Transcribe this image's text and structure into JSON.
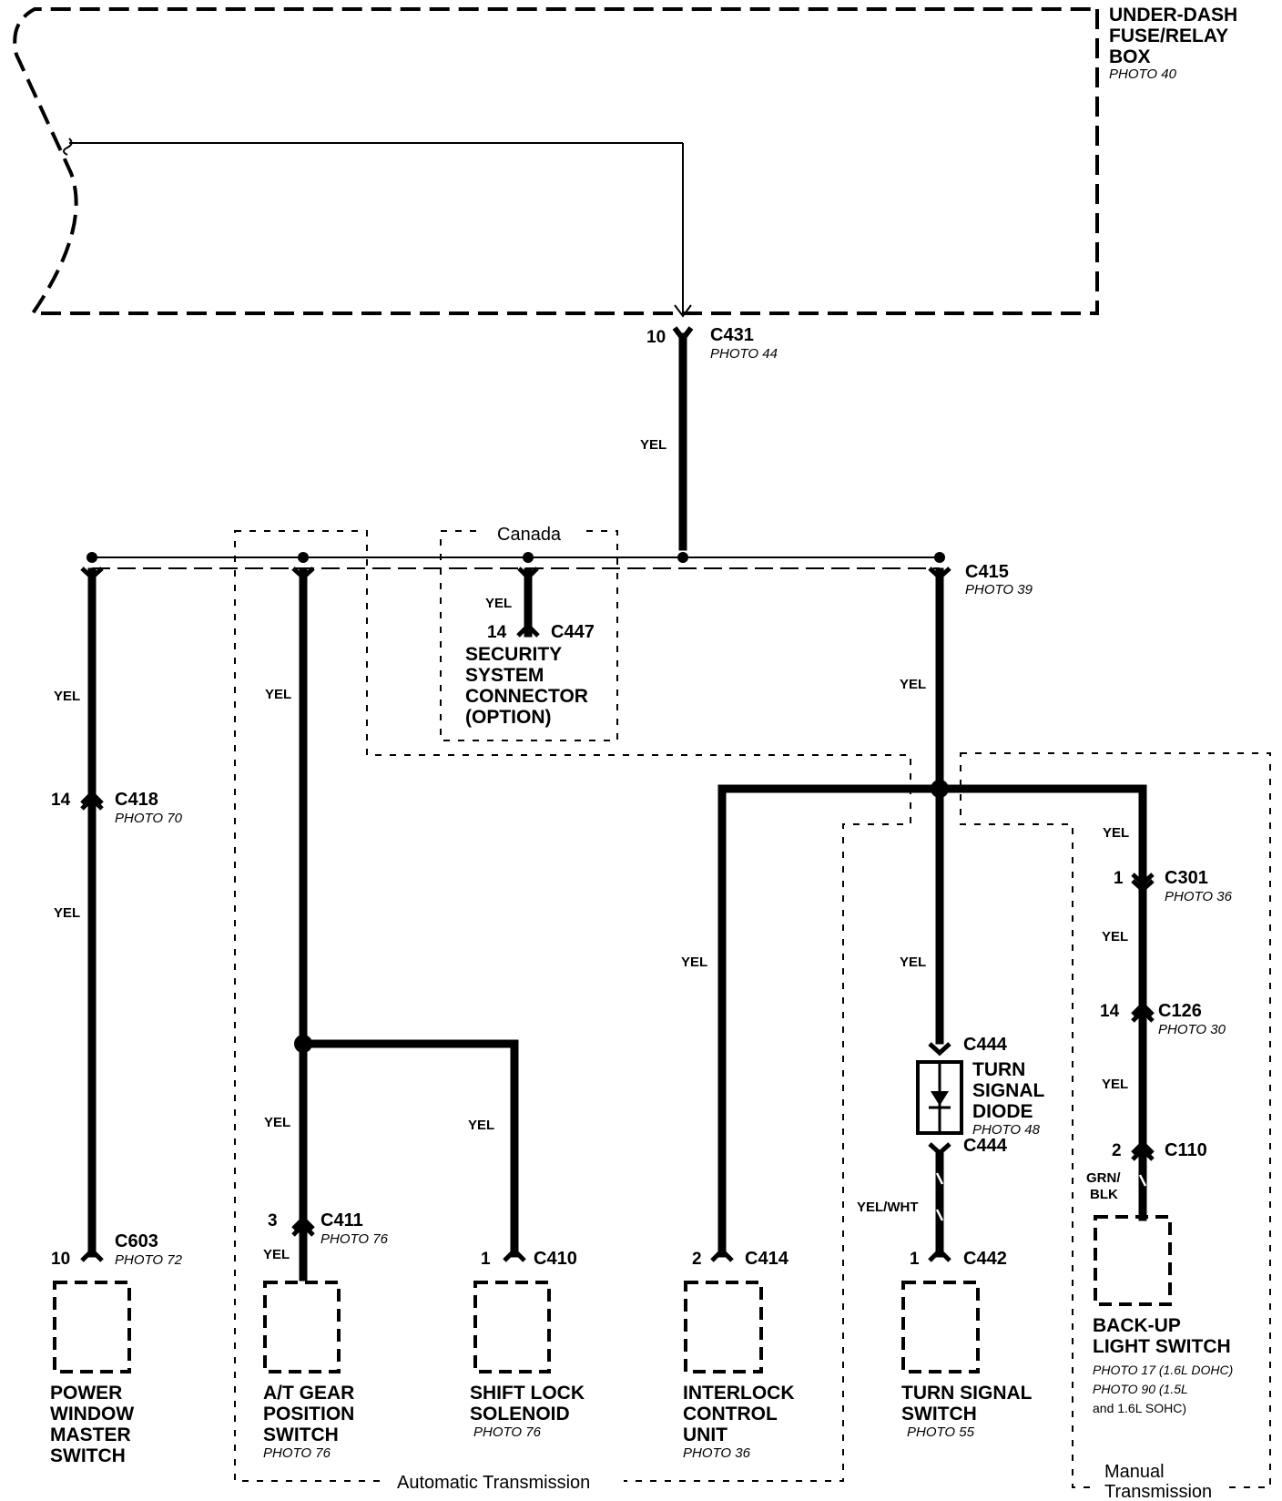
{
  "fuse_box": {
    "name_lines": [
      "UNDER-DASH",
      "FUSE/RELAY",
      "BOX"
    ],
    "photo": "PHOTO 40"
  },
  "c431": {
    "pin": "10",
    "name": "C431",
    "photo": "PHOTO 44",
    "wire": "YEL"
  },
  "c415": {
    "name": "C415",
    "photo": "PHOTO 39",
    "wire": "YEL"
  },
  "canada": {
    "label": "Canada",
    "wire": "YEL",
    "pin": "14",
    "connector": "C447",
    "name_lines": [
      "SECURITY",
      "SYSTEM",
      "CONNECTOR",
      "(OPTION)"
    ]
  },
  "power_window": {
    "wire_top": "YEL",
    "pin_c418": "14",
    "c418": "C418",
    "c418_photo": "PHOTO 70",
    "wire_mid": "YEL",
    "pin_c603": "10",
    "c603": "C603",
    "c603_photo": "PHOTO 72",
    "name_lines": [
      "POWER",
      "WINDOW",
      "MASTER",
      "SWITCH"
    ]
  },
  "at_gear": {
    "wire_top": "YEL",
    "wire_mid": "YEL",
    "pin_c411": "3",
    "c411": "C411",
    "c411_photo": "PHOTO 76",
    "wire_bot": "YEL",
    "name_lines": [
      "A/T GEAR",
      "POSITION",
      "SWITCH"
    ],
    "photo": "PHOTO 76"
  },
  "shift_lock": {
    "wire": "YEL",
    "pin": "1",
    "connector": "C410",
    "name_lines": [
      "SHIFT LOCK",
      "SOLENOID"
    ],
    "photo": "PHOTO 76"
  },
  "interlock": {
    "wire": "YEL",
    "pin": "2",
    "connector": "C414",
    "name_lines": [
      "INTERLOCK",
      "CONTROL",
      "UNIT"
    ],
    "photo": "PHOTO 36"
  },
  "turn_signal": {
    "wire_top": "YEL",
    "c444_top": "C444",
    "diode_lines": [
      "TURN",
      "SIGNAL",
      "DIODE"
    ],
    "diode_photo": "PHOTO 48",
    "c444_bot": "C444",
    "wire_bot": "YEL/WHT",
    "pin": "1",
    "connector": "C442",
    "name_lines": [
      "TURN SIGNAL",
      "SWITCH"
    ],
    "photo": "PHOTO 55"
  },
  "backup": {
    "wire1": "YEL",
    "pin_c301": "1",
    "c301": "C301",
    "c301_photo": "PHOTO 36",
    "wire2": "YEL",
    "pin_c126": "14",
    "c126": "C126",
    "c126_photo": "PHOTO 30",
    "wire3": "YEL",
    "pin_c110": "2",
    "c110": "C110",
    "wire4_lines": [
      "GRN/",
      "BLK"
    ],
    "name_lines": [
      "BACK-UP",
      "LIGHT SWITCH"
    ],
    "photo_lines": [
      "PHOTO 17 (1.6L DOHC)",
      "PHOTO 90 (1.5L",
      "and 1.6L SOHC)"
    ]
  },
  "regions": {
    "automatic": "Automatic Transmission",
    "manual_lines": [
      "Manual",
      "Transmission"
    ]
  }
}
